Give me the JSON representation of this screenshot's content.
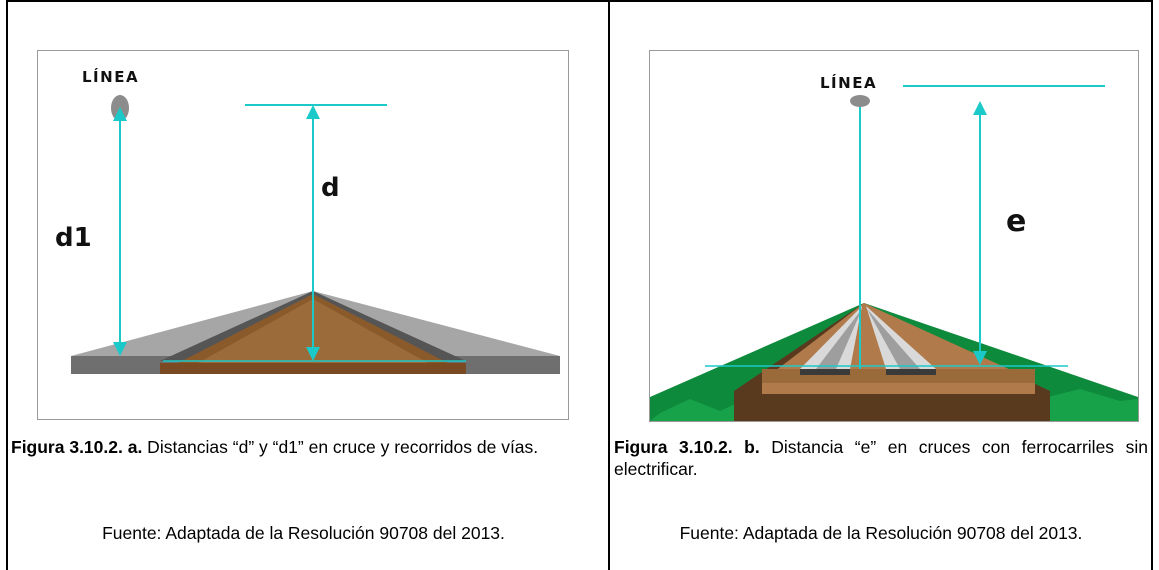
{
  "figures": [
    {
      "line_label": "LÍNEA",
      "dimension_labels": {
        "d": "d",
        "d1": "d1"
      },
      "caption_bold": "Figura 3.10.2. a.",
      "caption_text": " Distancias “d” y “d1” en cruce y recorridos de vías.",
      "source": "Fuente: Adaptada de la Resolución 90708 del 2013."
    },
    {
      "line_label": "LÍNEA",
      "dimension_labels": {
        "e": "e"
      },
      "caption_bold": "Figura 3.10.2. b.",
      "caption_text": " Distancia “e” en cruces con ferrocarriles sin electrificar.",
      "source": "Fuente: Adaptada de la Resolución 90708 del 2013."
    }
  ],
  "colors": {
    "dimension": "#1cc9c9",
    "road_gray": "#7d7d7d",
    "road_light": "#a9a9a9",
    "soil": "#8a5a2b",
    "grass": "#0e8a3c",
    "rail": "#c9c9c9"
  }
}
